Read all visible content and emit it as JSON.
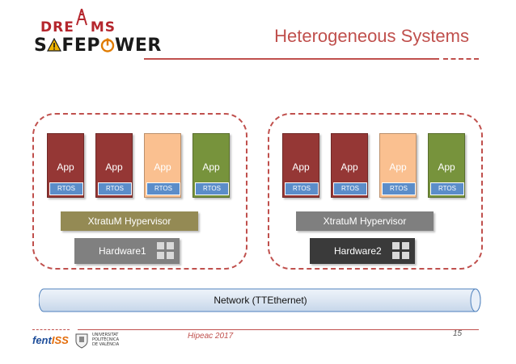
{
  "header": {
    "logo_top": "DRE",
    "logo_top_end": "MS",
    "logo_bottom_pre": "S",
    "logo_bottom_mid": "FEP",
    "logo_bottom_end": "WER",
    "title": "Heterogeneous Systems"
  },
  "nodes": [
    {
      "apps": [
        {
          "label": "App",
          "rtos": "RTOS",
          "color": "#953735"
        },
        {
          "label": "App",
          "rtos": "RTOS",
          "color": "#953735"
        },
        {
          "label": "App",
          "rtos": "RTOS",
          "color": "#fac090"
        },
        {
          "label": "App",
          "rtos": "RTOS",
          "color": "#77933c"
        }
      ],
      "hypervisor": "XtratuM Hypervisor",
      "hardware": "Hardware1"
    },
    {
      "apps": [
        {
          "label": "App",
          "rtos": "RTOS",
          "color": "#953735"
        },
        {
          "label": "App",
          "rtos": "RTOS",
          "color": "#953735"
        },
        {
          "label": "App",
          "rtos": "RTOS",
          "color": "#fac090"
        },
        {
          "label": "App",
          "rtos": "RTOS",
          "color": "#77933c"
        }
      ],
      "hypervisor": "XtratuM Hypervisor",
      "hardware": "Hardware2"
    }
  ],
  "network": "Network (TTEthernet)",
  "footer": {
    "center_text": "Hipeac 2017",
    "page_number": "15",
    "fent_part1": "fent",
    "fent_part2": "ISS",
    "upv_text": "UNIVERSITAT POLITÈCNICA DE VALÈNCIA"
  },
  "colors": {
    "accent": "#c0504d",
    "rtos": "#5b8dc9",
    "hypervisor1": "#948a54",
    "hypervisor2": "#7f7f7f",
    "hardware1": "#808080",
    "hardware2": "#3a3a3a",
    "network_fill": "#dce6f2"
  }
}
